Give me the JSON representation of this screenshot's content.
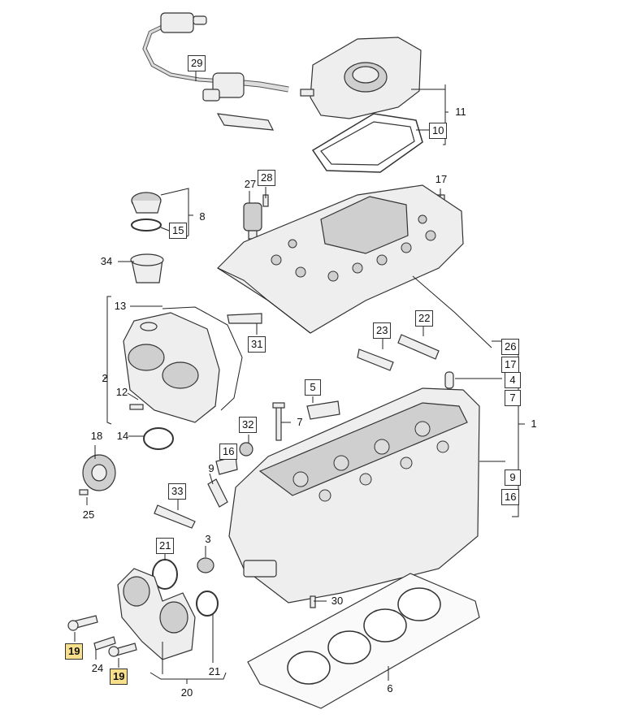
{
  "callouts": {
    "c29": "29",
    "c11": "11",
    "c10": "10",
    "c28": "28",
    "c27": "27",
    "c17a": "17",
    "c8": "8",
    "c15": "15",
    "c34": "34",
    "c13": "13",
    "c31": "31",
    "c23": "23",
    "c22": "22",
    "c26": "26",
    "c17b": "17",
    "c4": "4",
    "c7a": "7",
    "c2": "2",
    "c12": "12",
    "c5": "5",
    "c7b": "7",
    "c1": "1",
    "c14": "14",
    "c32": "32",
    "c18": "18",
    "c16a": "16",
    "c9a": "9",
    "c33": "33",
    "c25": "25",
    "c9b": "9",
    "c16b": "16",
    "c21a": "21",
    "c3": "3",
    "c30": "30",
    "c19a": "19",
    "c24": "24",
    "c19b": "19",
    "c21b": "21",
    "c20": "20",
    "c6": "6"
  },
  "colors": {
    "highlight": "#f7df8b",
    "line": "#222222",
    "part_fill": "#eeeeee"
  }
}
